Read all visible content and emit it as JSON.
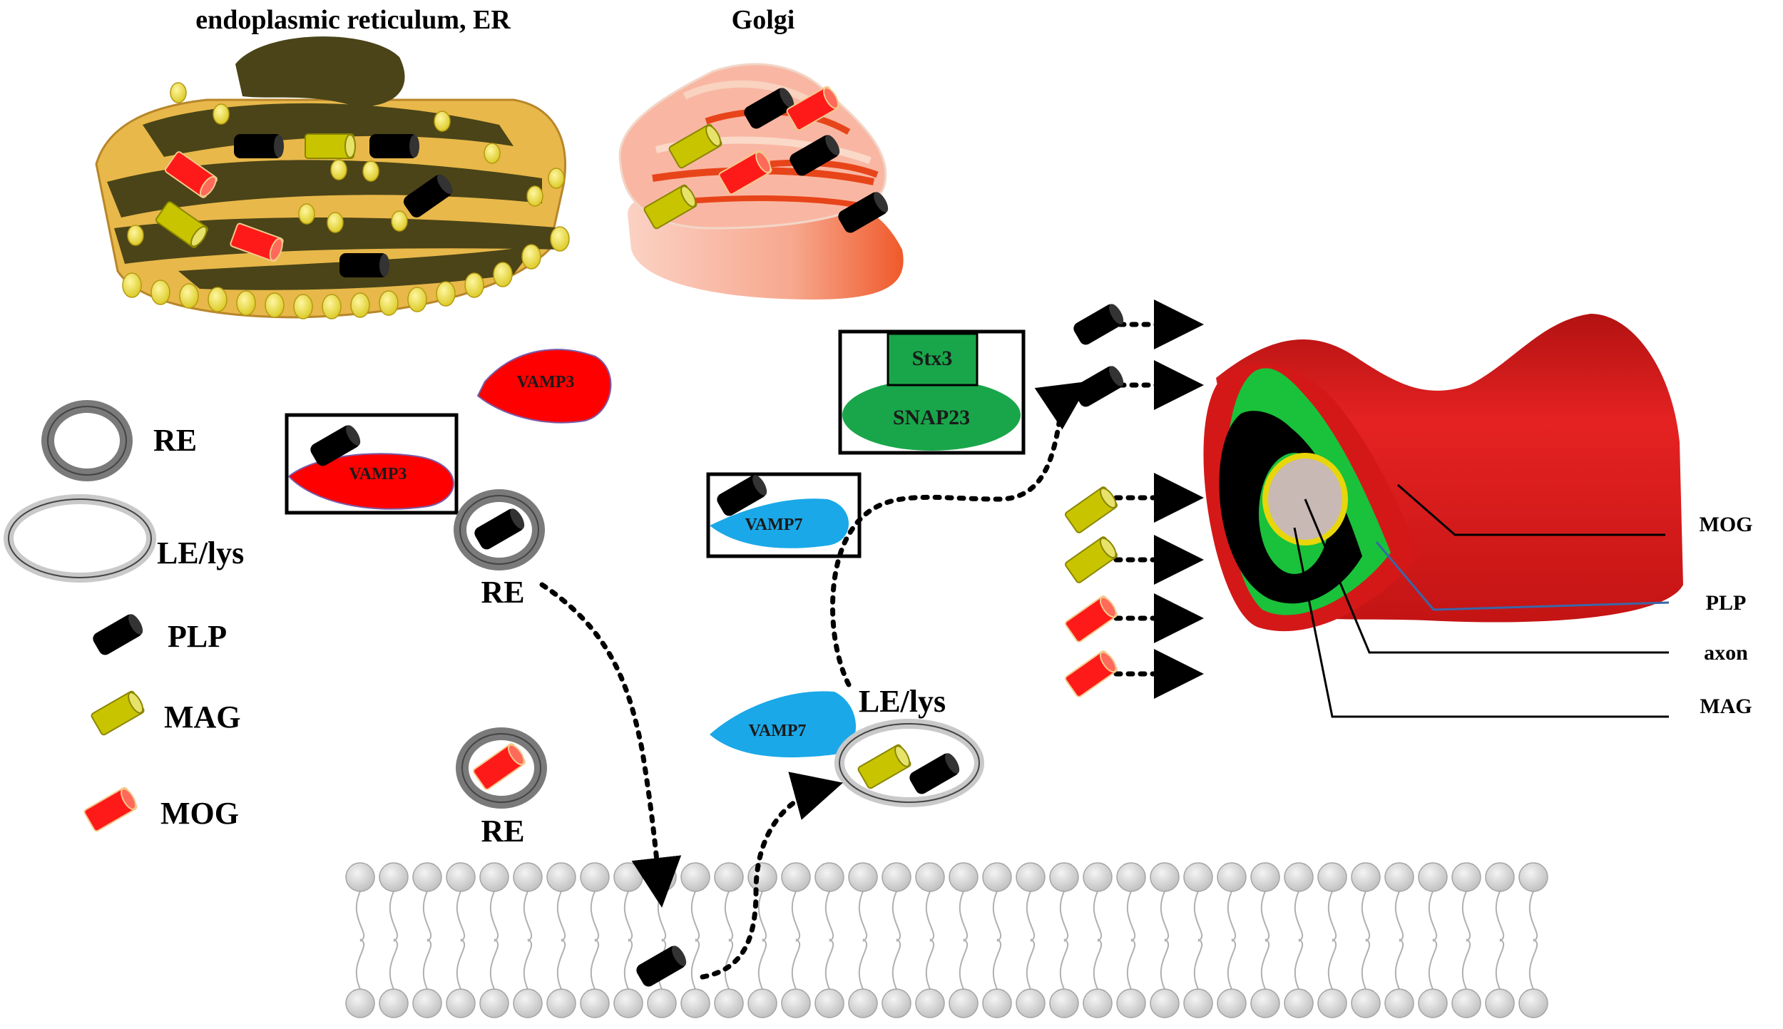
{
  "organelles": {
    "er_title": "endoplasmic reticulum, ER",
    "golgi_title": "Golgi"
  },
  "legend": {
    "re": "RE",
    "le_lys": "LE/lys",
    "plp": "PLP",
    "mag": "MAG",
    "mog": "MOG"
  },
  "vesicles": {
    "re_plp": "RE",
    "re_mog": "RE",
    "le_lys": "LE/lys"
  },
  "proteins": {
    "vamp3_free": "VAMP3",
    "vamp3_boxed": "VAMP3",
    "vamp7_boxed": "VAMP7",
    "vamp7_free": "VAMP7",
    "stx3": "Stx3",
    "snap23": "SNAP23"
  },
  "myelin_labels": {
    "mog": "MOG",
    "plp": "PLP",
    "axon": "axon",
    "mag": "MAG"
  },
  "colors": {
    "plp": "#000000",
    "mag": "#c8c400",
    "mog": "#ff1a1a",
    "vamp3": "#ff0000",
    "vamp7": "#1aa8e8",
    "snare_green": "#19a64a",
    "er_dark": "#4a4418",
    "er_light": "#e8b84a",
    "golgi_pink": "#f9b7a3",
    "golgi_red": "#e8441a",
    "myelin_red": "#d41818"
  }
}
